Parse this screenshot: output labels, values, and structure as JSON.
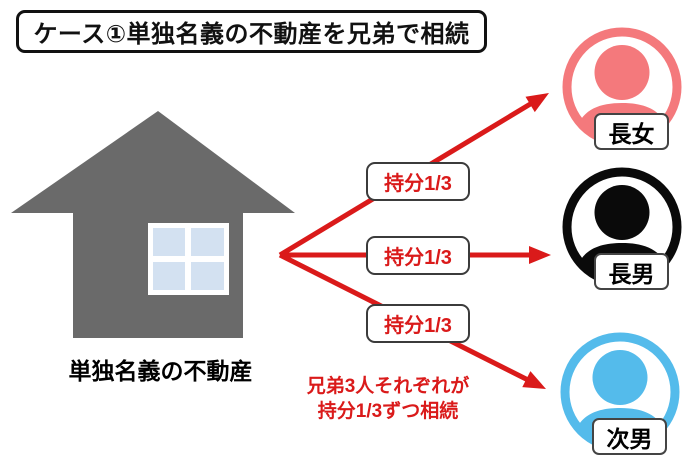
{
  "title": "ケース①単独名義の不動産を兄弟で相続",
  "house": {
    "label": "単独名義の不動産"
  },
  "arrows": {
    "share_labels": [
      "持分1/3",
      "持分1/3",
      "持分1/3"
    ]
  },
  "heirs": [
    {
      "name": "長女",
      "color": "#F4797C"
    },
    {
      "name": "長男",
      "color": "#0A0A0A"
    },
    {
      "name": "次男",
      "color": "#54BBEB"
    }
  ],
  "note": {
    "line1": "兄弟3人それぞれが",
    "line2": "持分1/3ずつ相続"
  },
  "colors": {
    "arrow_red": "#DA1A1A",
    "share_text_red": "#DA1A1A",
    "house_gray": "#6A6A6A",
    "window_pane": "#D3E1F1",
    "window_frame": "#FFFFFF",
    "title_border": "#111111",
    "label_border": "#3B3B3B",
    "background": "#FFFFFF"
  }
}
